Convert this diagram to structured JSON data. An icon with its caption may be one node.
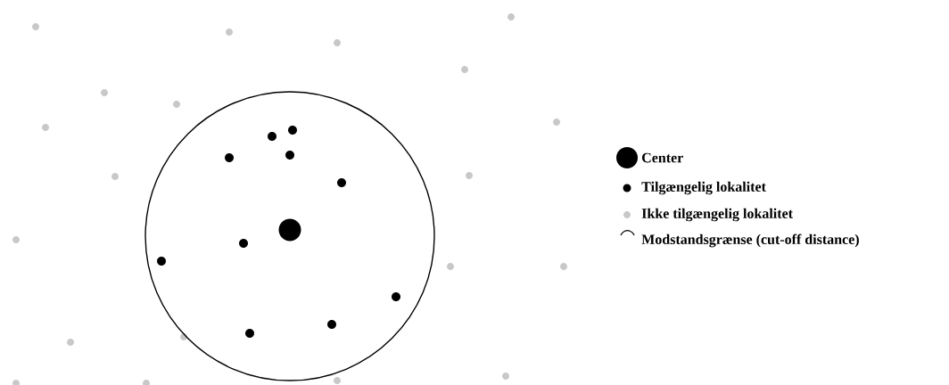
{
  "diagram": {
    "legend": [
      {
        "text": "Center"
      },
      {
        "text": "Tilgængelig lokalitet"
      },
      {
        "text": "Ikke tilgængelig lokalitet"
      },
      {
        "text": "Modstandsgrænse (cut-off distance)"
      }
    ]
  }
}
